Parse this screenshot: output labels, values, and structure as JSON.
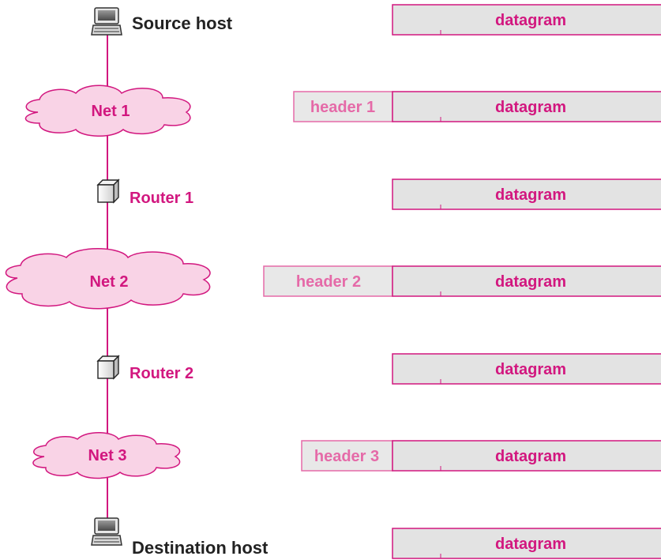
{
  "colors": {
    "accent": "#d2177f",
    "header_text": "#e56aa8",
    "cloud_fill": "#f9d3e6",
    "cloud_stroke": "#d2177f",
    "box_fill": "#e3e3e3",
    "box_stroke": "#d2177f",
    "line": "#d2177f"
  },
  "path": {
    "source": {
      "label": "Source host",
      "icon": "computer-icon"
    },
    "net1": {
      "label": "Net 1",
      "icon": "cloud-icon"
    },
    "router1": {
      "label": "Router 1",
      "icon": "router-cube-icon"
    },
    "net2": {
      "label": "Net 2",
      "icon": "cloud-icon"
    },
    "router2": {
      "label": "Router 2",
      "icon": "router-cube-icon"
    },
    "net3": {
      "label": "Net 3",
      "icon": "cloud-icon"
    },
    "destination": {
      "label": "Destination host",
      "icon": "computer-icon"
    }
  },
  "packets": [
    {
      "header": null,
      "datagram": "datagram"
    },
    {
      "header": "header 1",
      "datagram": "datagram"
    },
    {
      "header": null,
      "datagram": "datagram"
    },
    {
      "header": "header 2",
      "datagram": "datagram"
    },
    {
      "header": null,
      "datagram": "datagram"
    },
    {
      "header": "header 3",
      "datagram": "datagram"
    },
    {
      "header": null,
      "datagram": "datagram"
    }
  ]
}
